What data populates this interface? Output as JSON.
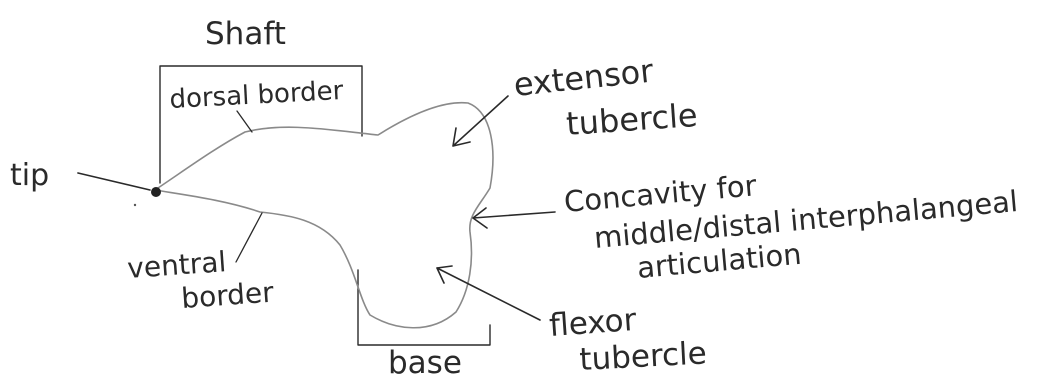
{
  "labels": {
    "shaft": "Shaft",
    "dorsal_border": "dorsal border",
    "tip": "tip",
    "ventral_border_1": "ventral",
    "ventral_border_2": "border",
    "base": "base",
    "extensor_1": "extensor",
    "extensor_2": "tubercle",
    "concavity_1": "Concavity for",
    "concavity_2": "middle/distal interphalangeal",
    "concavity_3": "articulation",
    "flexor_1": "flexor",
    "flexor_2": "tubercle"
  },
  "colors": {
    "ink": "#2a2a2a",
    "bone_outline": "#8a8a8a",
    "background": "#ffffff"
  }
}
